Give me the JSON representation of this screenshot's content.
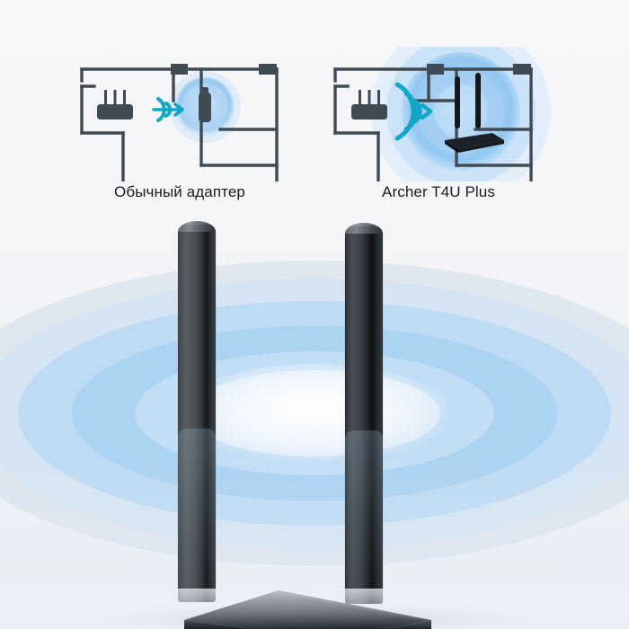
{
  "page": {
    "background_color": "#f4f5f7",
    "accent_blue": "#0aa6c9",
    "coverage_blue": "#a9d2f2",
    "wall_color": "#3f4a52",
    "device_dark": "#3c4247"
  },
  "comparison": {
    "panels": [
      {
        "id": "ordinary-adapter",
        "label": "Обычный адаптер",
        "signal_strength": "weak",
        "signal_arcs": 2,
        "coverage_radius": 36,
        "device_icon": "usb-adapter-icon",
        "source_icon": "router-icon"
      },
      {
        "id": "archer-t4u-plus",
        "label": "Archer T4U Plus",
        "signal_strength": "strong",
        "signal_arcs": 3,
        "coverage_radius": 92,
        "device_icon": "t4u-plus-adapter-icon",
        "source_icon": "router-icon"
      }
    ]
  },
  "product": {
    "name": "Archer T4U Plus",
    "antennas": 2,
    "body_color": "#2a2e32"
  },
  "icons": {
    "router": "router-icon",
    "usb_adapter": "usb-adapter-icon",
    "wifi_weak": "wifi-weak-icon",
    "wifi_strong": "wifi-strong-icon",
    "coverage_circle": "coverage-circle-icon",
    "floor_plan": "floor-plan-icon"
  }
}
